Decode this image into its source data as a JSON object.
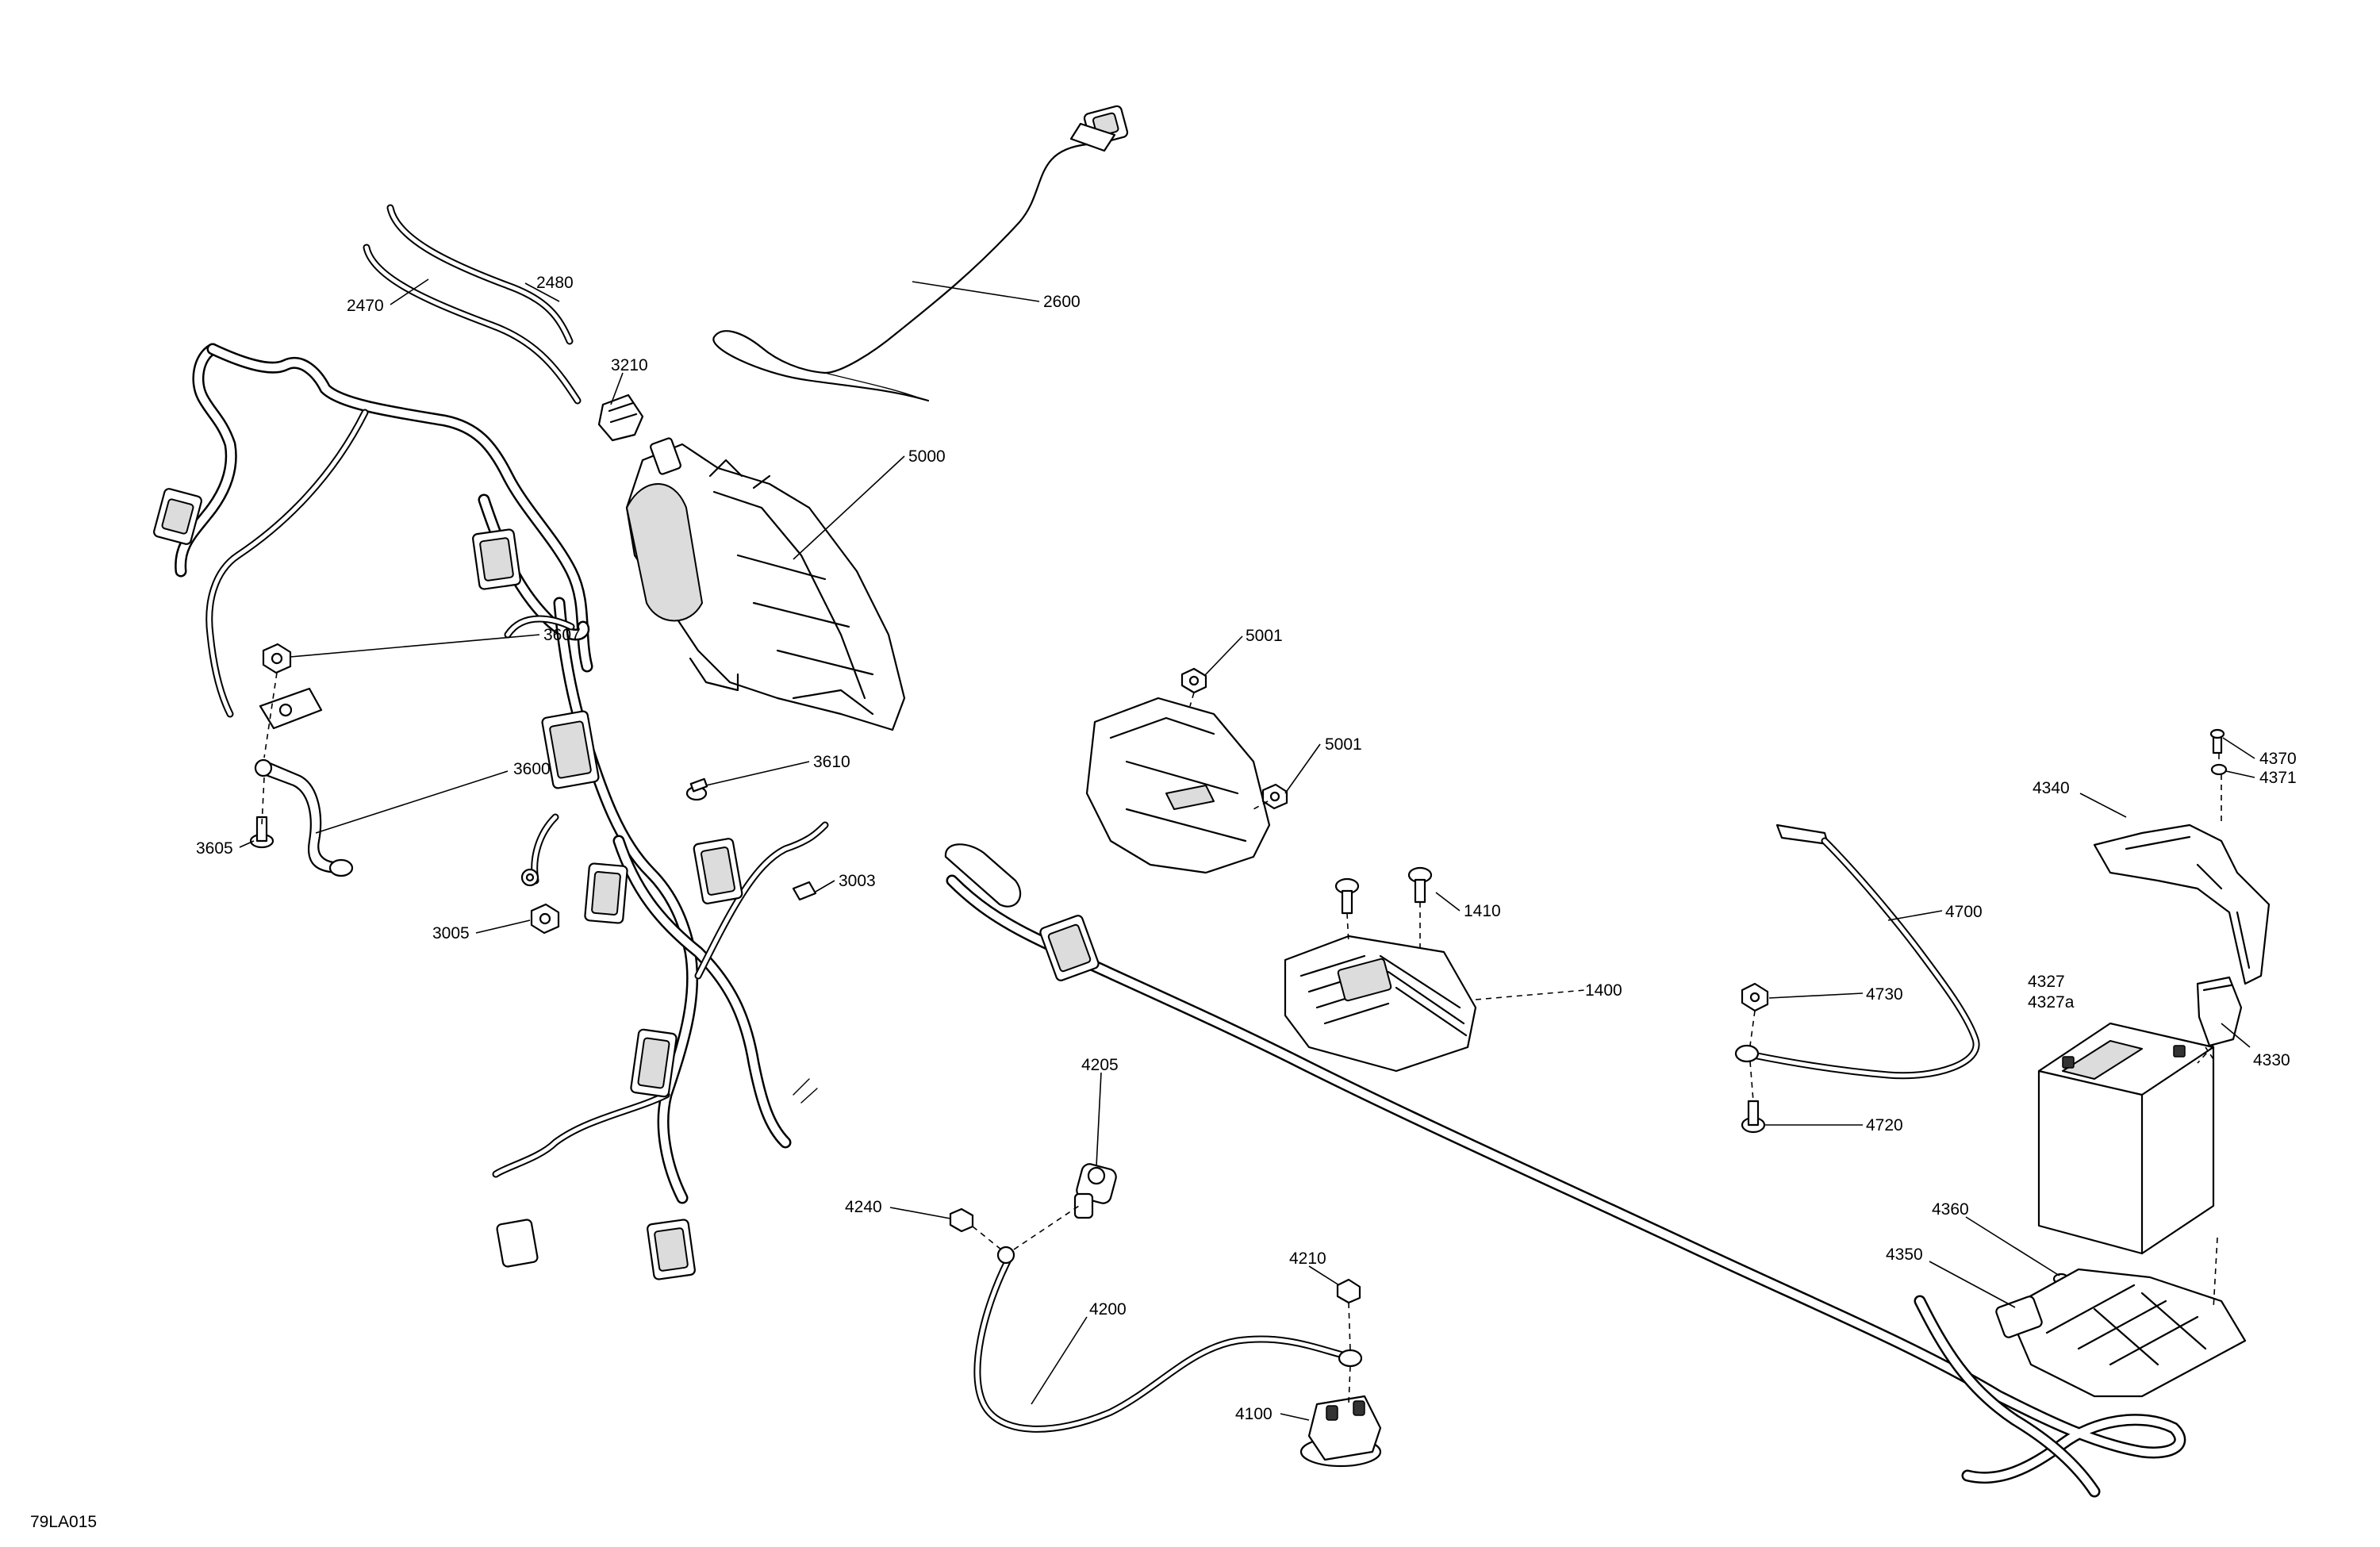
{
  "diagram": {
    "drawing_code": "79LA015",
    "labels": [
      {
        "id": "2480",
        "text": "2480"
      },
      {
        "id": "2470",
        "text": "2470"
      },
      {
        "id": "2600",
        "text": "2600"
      },
      {
        "id": "3210",
        "text": "3210"
      },
      {
        "id": "5000",
        "text": "5000"
      },
      {
        "id": "3607",
        "text": "3607"
      },
      {
        "id": "3600",
        "text": "3600"
      },
      {
        "id": "3610",
        "text": "3610"
      },
      {
        "id": "3605",
        "text": "3605"
      },
      {
        "id": "3003",
        "text": "3003"
      },
      {
        "id": "3005",
        "text": "3005"
      },
      {
        "id": "5001a",
        "text": "5001"
      },
      {
        "id": "5001b",
        "text": "5001"
      },
      {
        "id": "1410",
        "text": "1410"
      },
      {
        "id": "1400",
        "text": "1400"
      },
      {
        "id": "4370",
        "text": "4370"
      },
      {
        "id": "4371",
        "text": "4371"
      },
      {
        "id": "4340",
        "text": "4340"
      },
      {
        "id": "4700",
        "text": "4700"
      },
      {
        "id": "4730",
        "text": "4730"
      },
      {
        "id": "4327",
        "text": "4327"
      },
      {
        "id": "4327a",
        "text": "4327a"
      },
      {
        "id": "4330",
        "text": "4330"
      },
      {
        "id": "4720",
        "text": "4720"
      },
      {
        "id": "4205",
        "text": "4205"
      },
      {
        "id": "4240",
        "text": "4240"
      },
      {
        "id": "4210",
        "text": "4210"
      },
      {
        "id": "4200",
        "text": "4200"
      },
      {
        "id": "4100",
        "text": "4100"
      },
      {
        "id": "4360",
        "text": "4360"
      },
      {
        "id": "4350",
        "text": "4350"
      }
    ]
  }
}
